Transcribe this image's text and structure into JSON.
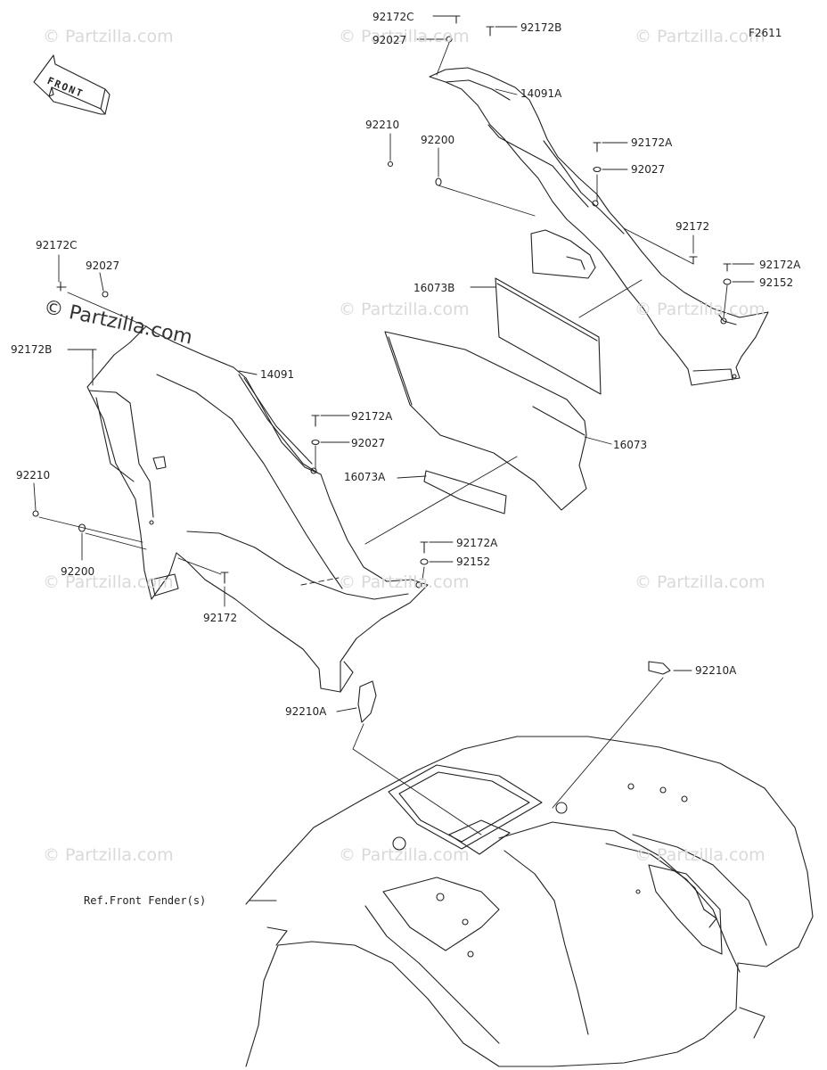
{
  "figure_code": "F2611",
  "front_label": "FRONT",
  "reference_label": "Ref.Front Fender(s)",
  "watermark": {
    "main": "© Partzilla.com",
    "faint": "© Partzilla.com"
  },
  "parts": {
    "p92172C_top": "92172C",
    "p92027_top": "92027",
    "p92172B_top": "92172B",
    "p14091A": "14091A",
    "p92210_top": "92210",
    "p92200_top": "92200",
    "p92172A_r1": "92172A",
    "p92027_r1": "92027",
    "p92172_r": "92172",
    "p92172A_r2": "92172A",
    "p92152_r": "92152",
    "p16073B": "16073B",
    "p92172C_left": "92172C",
    "p92027_left": "92027",
    "p92172B_left": "92172B",
    "p14091": "14091",
    "p92172A_mid": "92172A",
    "p92027_mid": "92027",
    "p16073": "16073",
    "p16073A": "16073A",
    "p92210_left": "92210",
    "p92200_left": "92200",
    "p92172_left": "92172",
    "p92172A_low": "92172A",
    "p92152_low": "92152",
    "p92210A_right": "92210A",
    "p92210A_left": "92210A"
  }
}
